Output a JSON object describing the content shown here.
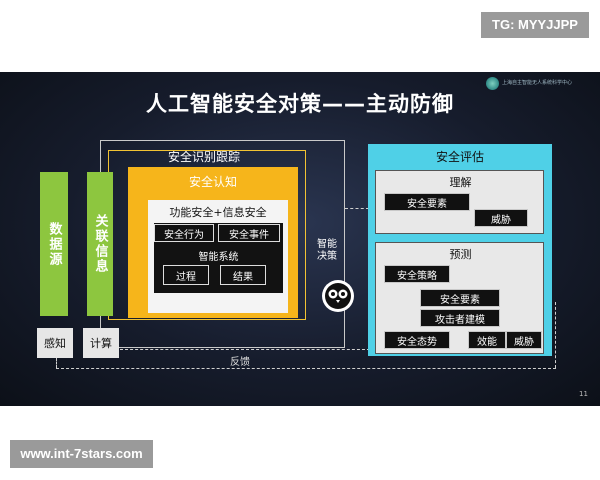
{
  "watermark_top": "TG: MYYJJPP",
  "watermark_bottom": "www.int-7stars.com",
  "slide": {
    "title": "人工智能安全对策——主动防御",
    "page_number": "11",
    "logo_icon": "institute-logo",
    "logo_text": "上海自主智能无人系统科学中心"
  },
  "diagram": {
    "left": {
      "data_source": "数据源",
      "related_info": "关联信息",
      "perceive": "感知",
      "compute": "计算"
    },
    "middle": {
      "tracking_label": "安全识别跟踪",
      "cognition_label": "安全认知",
      "func_info_label": "功能安全+信息安全",
      "security_behavior": "安全行为",
      "security_event": "安全事件",
      "intel_system": "智能系统",
      "process": "过程",
      "result": "结果",
      "smart_decision": "智能决策",
      "feedback": "反馈"
    },
    "right": {
      "assessment_label": "安全评估",
      "understand_label": "理解",
      "security_elements_1": "安全要素",
      "threat_1": "威胁",
      "predict_label": "预测",
      "security_strategy": "安全策略",
      "security_elements_2": "安全要素",
      "attacker_model": "攻击者建模",
      "security_posture": "安全态势",
      "efficacy": "效能",
      "threat_2": "威胁"
    }
  },
  "colors": {
    "green": "#8dc63f",
    "yellow": "#f6b51b",
    "cyan": "#4fd0e7",
    "slide_bg": "#161c2c"
  }
}
